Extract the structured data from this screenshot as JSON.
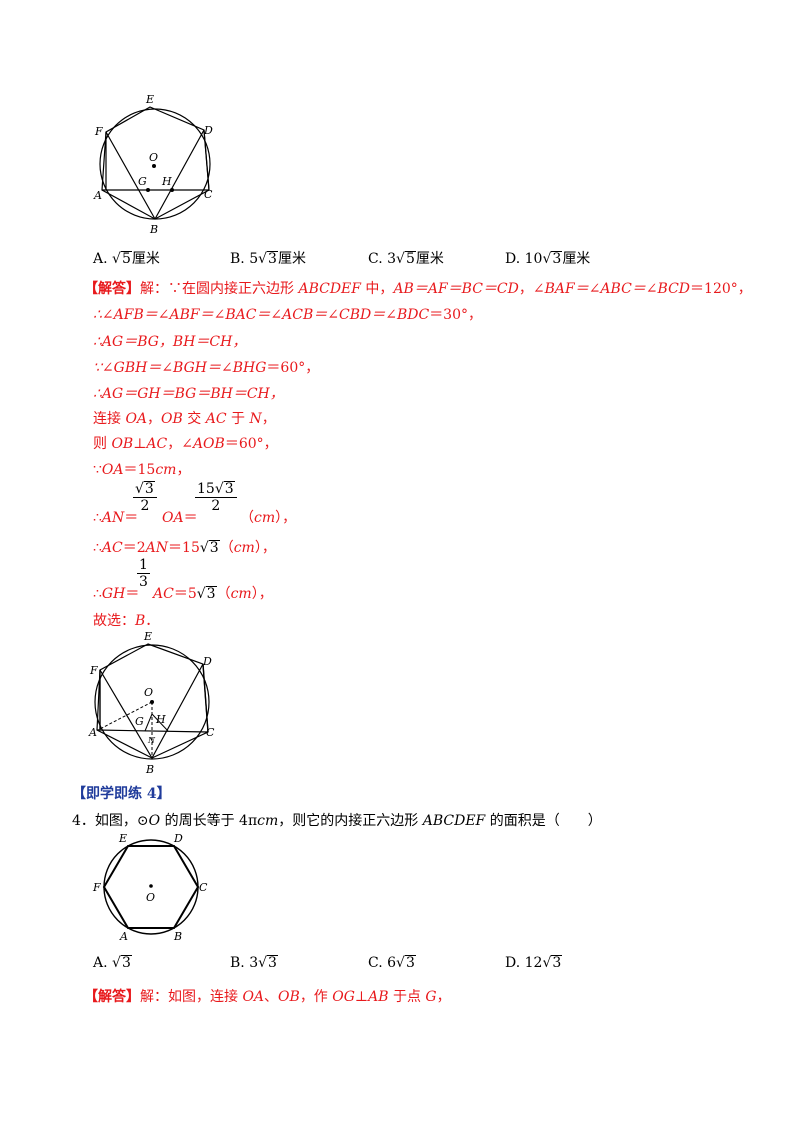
{
  "figure1": {
    "labels": {
      "E": "E",
      "F": "F",
      "D": "D",
      "O": "O",
      "G": "G",
      "H": "H",
      "A": "A",
      "C": "C",
      "B": "B"
    }
  },
  "q3_options": {
    "a_letter": "A.",
    "a_pre": "",
    "a_rad": "5",
    "a_unit": "厘米",
    "b_letter": "B.",
    "b_pre": "5",
    "b_rad": "3",
    "b_unit": "厘米",
    "c_letter": "C.",
    "c_pre": "3",
    "c_rad": "5",
    "c_unit": "厘米",
    "d_letter": "D.",
    "d_pre": "10",
    "d_rad": "3",
    "d_unit": "厘米"
  },
  "solution3": {
    "l1_tag": "【解答】",
    "l1_text": "解：∵在圆内接正六边形 ",
    "l1_hex": "ABCDEF",
    "l1_mid": " 中，",
    "l1_eq1": "AB＝AF＝BC＝CD",
    "l1_sep": "，",
    "l1_eq2": "∠BAF＝∠ABC＝∠BCD",
    "l1_val": "＝120°，",
    "l2": "∴∠AFB＝∠ABF＝∠BAC＝∠ACB＝∠CBD＝∠BDC",
    "l2_val": "＝30°，",
    "l3": "∴AG＝BG，BH＝CH，",
    "l4": "∵∠GBH＝∠BGH＝∠BHG",
    "l4_val": "＝60°，",
    "l5": "∴AG＝GH＝BG＝BH＝CH，",
    "l6_a": "连接 ",
    "l6_b": "OA",
    "l6_c": "，",
    "l6_d": "OB",
    "l6_e": " 交 ",
    "l6_f": "AC",
    "l6_g": " 于 ",
    "l6_h": "N",
    "l6_i": "，",
    "l7_a": "则 ",
    "l7_b": "OB⊥AC",
    "l7_c": "，",
    "l7_d": "∠AOB",
    "l7_e": "＝60°，",
    "l8_a": "∵",
    "l8_b": "OA",
    "l8_c": "＝15",
    "l8_d": "cm",
    "l8_e": "，",
    "l9_a": "∴",
    "l9_b": "AN",
    "l9_c": "＝",
    "l9_num": "3",
    "l9_den": "2",
    "l9_d": "OA",
    "l9_e": "＝",
    "l9_num2_pre": "15",
    "l9_num2_rad": "3",
    "l9_den2": "2",
    "l9_f": "（",
    "l9_g": "cm",
    "l9_h": "），",
    "l10_a": "∴",
    "l10_b": "AC",
    "l10_c": "＝2",
    "l10_d": "AN",
    "l10_e": "＝15",
    "l10_rad": "3",
    "l10_f": "（",
    "l10_g": "cm",
    "l10_h": "），",
    "l11_a": "∴",
    "l11_b": "GH",
    "l11_c": "＝",
    "l11_num": "1",
    "l11_den": "3",
    "l11_d": "AC",
    "l11_e": "＝5",
    "l11_rad": "3",
    "l11_f": "（",
    "l11_g": "cm",
    "l11_h": "），",
    "l12": "故选：",
    "l12_b": "B",
    "l12_c": "．"
  },
  "figure2": {
    "labels": {
      "E": "E",
      "F": "F",
      "D": "D",
      "O": "O",
      "G": "G",
      "H": "H",
      "A": "A",
      "C": "C",
      "B": "B",
      "N": "N"
    }
  },
  "practice_tag": "【即学即练 4】",
  "q4": {
    "num": "4．如图，",
    "circ": "⊙",
    "o": "O",
    "t1": " 的周长等于 4π",
    "cm": "cm",
    "t2": "，则它的内接正六边形 ",
    "hex": "ABCDEF",
    "t3": " 的面积是（　　）"
  },
  "figure3": {
    "labels": {
      "E": "E",
      "D": "D",
      "F": "F",
      "C": "C",
      "O": "O",
      "A": "A",
      "B": "B"
    }
  },
  "q4_options": {
    "a_letter": "A.",
    "a_pre": "",
    "a_rad": "3",
    "b_letter": "B.",
    "b_pre": "3",
    "b_rad": "3",
    "c_letter": "C.",
    "c_pre": "6",
    "c_rad": "3",
    "d_letter": "D.",
    "d_pre": "12",
    "d_rad": "3"
  },
  "solution4": {
    "tag": "【解答】",
    "a": "解：如图，连接 ",
    "b": "OA",
    "c": "、",
    "d": "OB",
    "e": "，作 ",
    "f": "OG⊥AB",
    "g": " 于点 ",
    "h": "G",
    "i": "，"
  }
}
